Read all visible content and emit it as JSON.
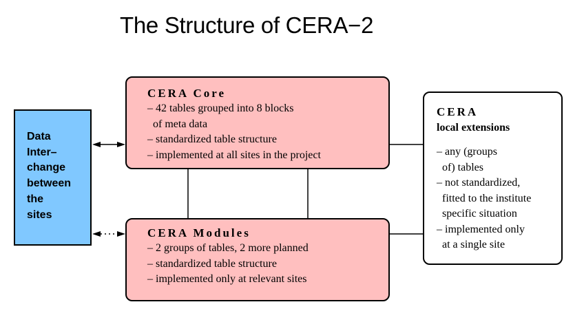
{
  "title": "The Structure of CERA−2",
  "core": {
    "heading": "CERA Core",
    "lines": [
      "– 42 tables grouped into 8 blocks",
      "  of meta data",
      "– standardized table structure",
      "– implemented at all sites in the project"
    ]
  },
  "modules": {
    "heading": "CERA Modules",
    "lines": [
      "– 2 groups of tables, 2 more planned",
      "– standardized table structure",
      "– implemented only at relevant sites"
    ]
  },
  "extensions": {
    "heading": "CERA",
    "subheading": "local extensions",
    "lines": [
      "– any (groups",
      "  of) tables",
      "– not standardized,",
      "  fitted to the institute",
      "  specific situation",
      "– implemented only",
      "  at a single site"
    ]
  },
  "data_interchange": {
    "lines": [
      "Data",
      "Inter–",
      "change",
      "between",
      "the",
      "sites"
    ]
  },
  "colors": {
    "pink_box": "#ffbfbf",
    "blue_box": "#80c8ff",
    "line": "#000000"
  }
}
